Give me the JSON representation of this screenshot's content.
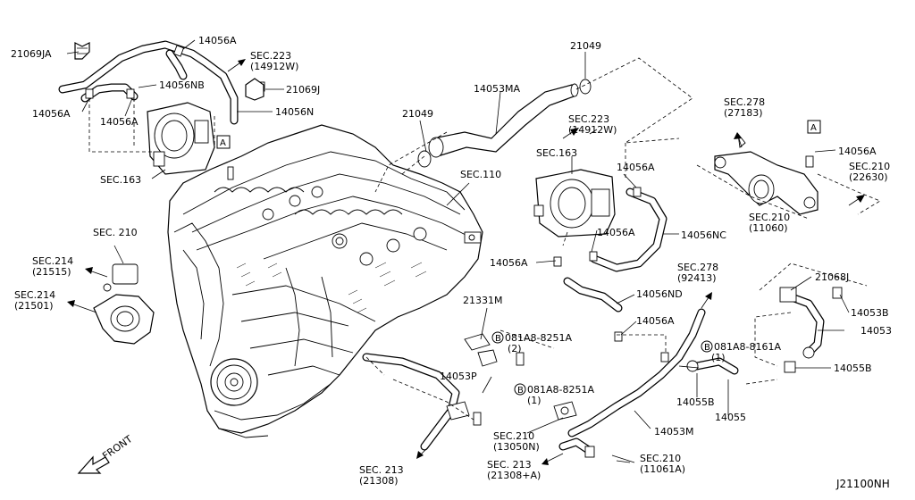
{
  "diagram": {
    "labels": {
      "l_21069JA": "21069JA",
      "l_14056A_top": "14056A",
      "l_sec223_a": "SEC.223",
      "l_sec223_a_sub": "(14912W)",
      "l_14056NB": "14056NB",
      "l_21069J": "21069J",
      "l_14056A_left": "14056A",
      "l_14056A_mid": "14056A",
      "l_14056N": "14056N",
      "l_boxA_left": "A",
      "l_sec163_a": "SEC.163",
      "l_21049_top": "21049",
      "l_14053MA": "14053MA",
      "l_21049_mid": "21049",
      "l_sec110": "SEC.110",
      "l_sec223_b": "SEC.223",
      "l_sec223_b_sub": "(14912W)",
      "l_sec163_b": "SEC.163",
      "l_14056A_r1": "14056A",
      "l_sec278_a": "SEC.278",
      "l_sec278_a_sub": "(27183)",
      "l_boxA_right": "A",
      "l_14056A_r2": "14056A",
      "l_sec210_a": "SEC.210",
      "l_sec210_a_sub": "(22630)",
      "l_sec210_b": "SEC.210",
      "l_sec210_b_sub": "(11060)",
      "l_14056NC": "14056NC",
      "l_14056A_r3": "14056A",
      "l_14056A_r4": "14056A",
      "l_sec278_b": "SEC.278",
      "l_sec278_b_sub": "(92413)",
      "l_14056ND": "14056ND",
      "l_21068J": "21068J",
      "l_14053B": "14053B",
      "l_14056A_r5": "14056A",
      "l_14053": "14053",
      "l_sec210_c": "SEC. 210",
      "l_sec214_a": "SEC.214",
      "l_sec214_a_sub": "(21515)",
      "l_sec214_b": "SEC.214",
      "l_sec214_b_sub": "(21501)",
      "l_21331M": "21331M",
      "l_bolt1": "081A8-8251A",
      "l_bolt1_qty": "(2)",
      "l_bolt2": "081A8-8161A",
      "l_bolt2_qty": "(1)",
      "l_14055B_right": "14055B",
      "l_14053P": "14053P",
      "l_bolt3": "081A8-8251A",
      "l_bolt3_qty": "(1)",
      "l_14055B_low": "14055B",
      "l_14055": "14055",
      "l_14053M": "14053M",
      "l_sec210_d": "SEC.210",
      "l_sec210_d_sub": "(13050N)",
      "l_sec210_e": "SEC.210",
      "l_sec210_e_sub": "(11061A)",
      "l_sec213_a": "SEC. 213",
      "l_sec213_a_sub": "(21308)",
      "l_sec213_b": "SEC. 213",
      "l_sec213_b_sub": "(21308+A)",
      "l_front": "FRONT",
      "l_B1": "B",
      "l_B2": "B",
      "l_B3": "B",
      "l_code": "J21100NH"
    }
  }
}
